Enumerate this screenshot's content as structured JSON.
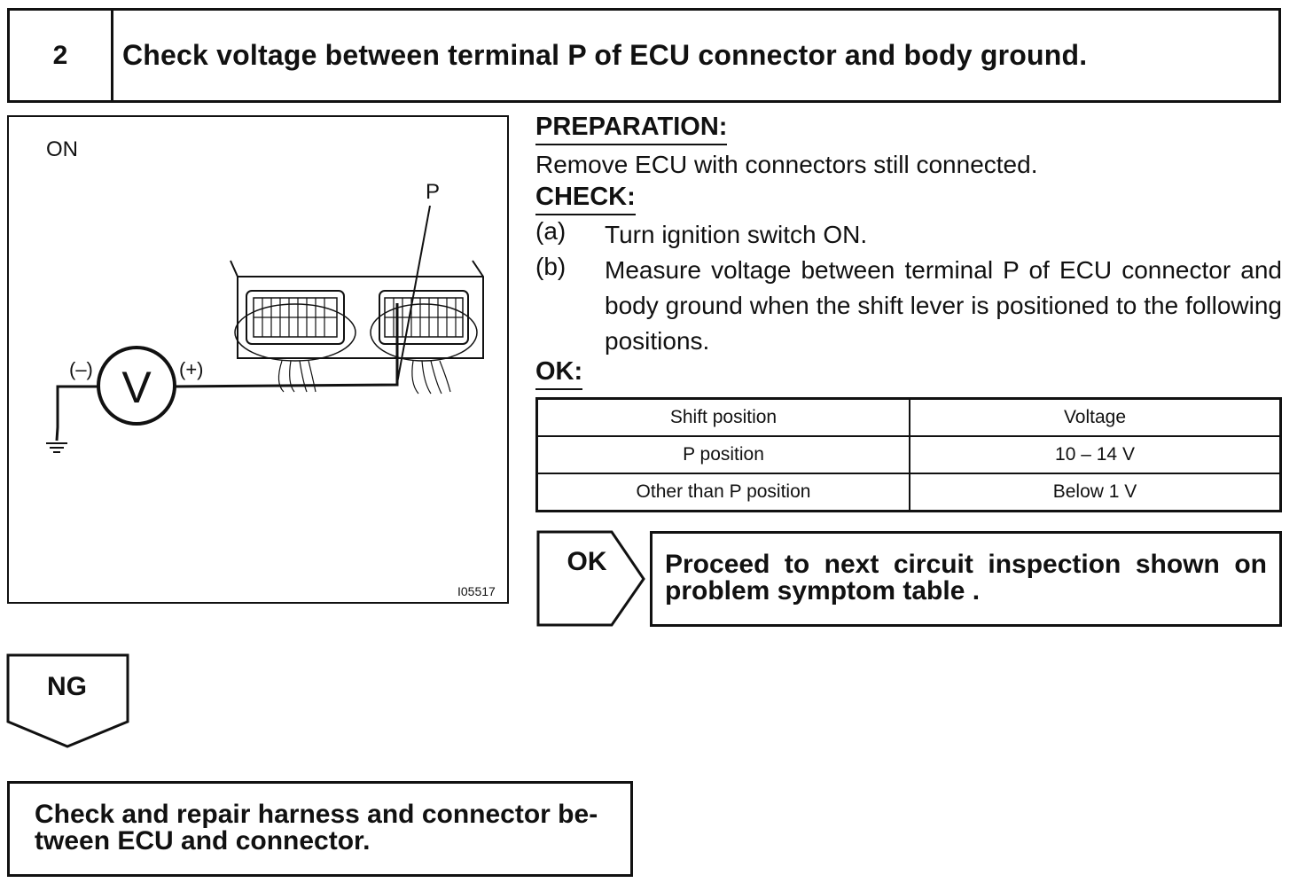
{
  "step": {
    "number": "2",
    "title": "Check voltage between terminal P of ECU connector and body ground."
  },
  "figure": {
    "switch_label": "ON",
    "terminal_label": "P",
    "negative_label": "(–)",
    "positive_label": "(+)",
    "voltmeter_symbol": "V",
    "figure_id": "I05517"
  },
  "preparation": {
    "heading": "PREPARATION:",
    "text": "Remove ECU with connectors still connected."
  },
  "check": {
    "heading": "CHECK:",
    "steps": [
      {
        "label": "(a)",
        "text": "Turn ignition switch ON."
      },
      {
        "label": "(b)",
        "text": "Measure voltage between terminal P of ECU connector and body ground when the shift lever is positioned to the following positions."
      }
    ]
  },
  "ok_spec": {
    "heading": "OK:",
    "table": {
      "headers": [
        "Shift position",
        "Voltage"
      ],
      "rows": [
        [
          "P position",
          "10 – 14 V"
        ],
        [
          "Other than P position",
          "Below 1 V"
        ]
      ]
    }
  },
  "ok_branch": {
    "label": "OK",
    "result": "Proceed to next circuit inspection shown on problem symptom table ."
  },
  "ng_branch": {
    "label": "NG",
    "result": "Check and repair harness and connector be- tween ECU and connector."
  }
}
